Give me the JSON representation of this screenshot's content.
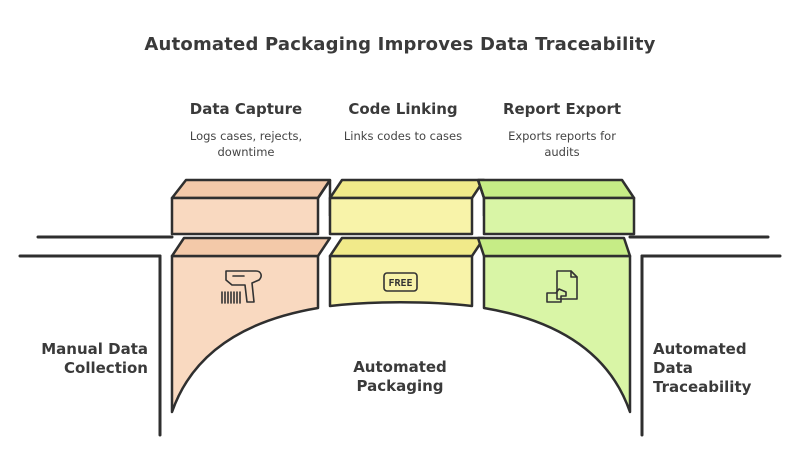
{
  "title": "Automated Packaging Improves Data Traceability",
  "steps": [
    {
      "heading": "Data Capture",
      "description_lines": [
        "Logs cases, rejects,",
        "downtime"
      ],
      "color": "#f9d9c0",
      "icon": "barcode-scanner-icon"
    },
    {
      "heading": "Code Linking",
      "description_lines": [
        "Links codes to cases"
      ],
      "color": "#f8f3a9",
      "icon": "free-tag-icon",
      "icon_text": "FREE"
    },
    {
      "heading": "Report Export",
      "description_lines": [
        "Exports reports for",
        "audits"
      ],
      "color": "#d9f5a6",
      "icon": "document-export-icon"
    }
  ],
  "left_label_lines": [
    "Manual Data",
    "Collection"
  ],
  "center_label_lines": [
    "Automated",
    "Packaging"
  ],
  "right_label_lines": [
    "Automated",
    "Data",
    "Traceability"
  ],
  "colors": {
    "stroke": "#2f2f2f",
    "text": "#3a3a3a"
  }
}
